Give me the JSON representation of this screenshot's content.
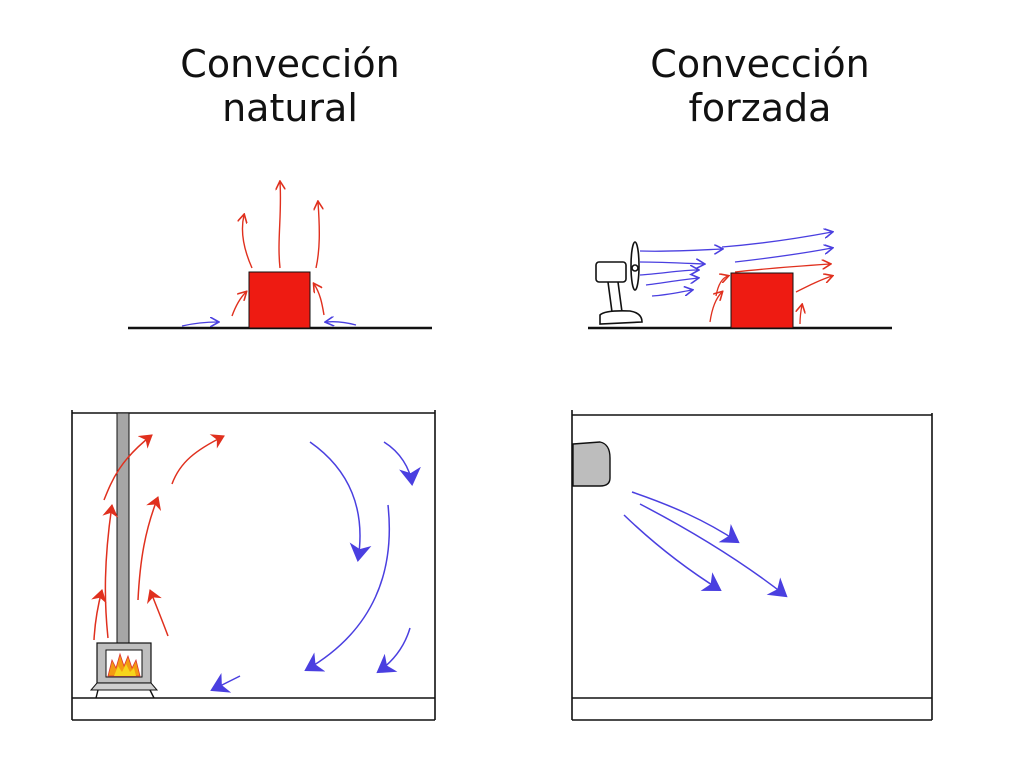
{
  "titles": {
    "natural": {
      "line1": "Convección",
      "line2": "natural"
    },
    "forced": {
      "line1": "Convección",
      "line2": "forzada"
    }
  },
  "colors": {
    "hot_air": "#e0301e",
    "cold_air": "#4a3fe0",
    "heat_source": "#ee1b12",
    "line": "#111111",
    "stove_pipe": "#a6a6a6",
    "heater": "#bdbdbd",
    "flame_orange": "#f39a12",
    "flame_yellow": "#f7d51c"
  },
  "icons": {
    "fan": "fan-icon",
    "stove": "wood-stove-icon",
    "flame": "flame-icon",
    "wall_heater": "wall-heater-icon"
  }
}
